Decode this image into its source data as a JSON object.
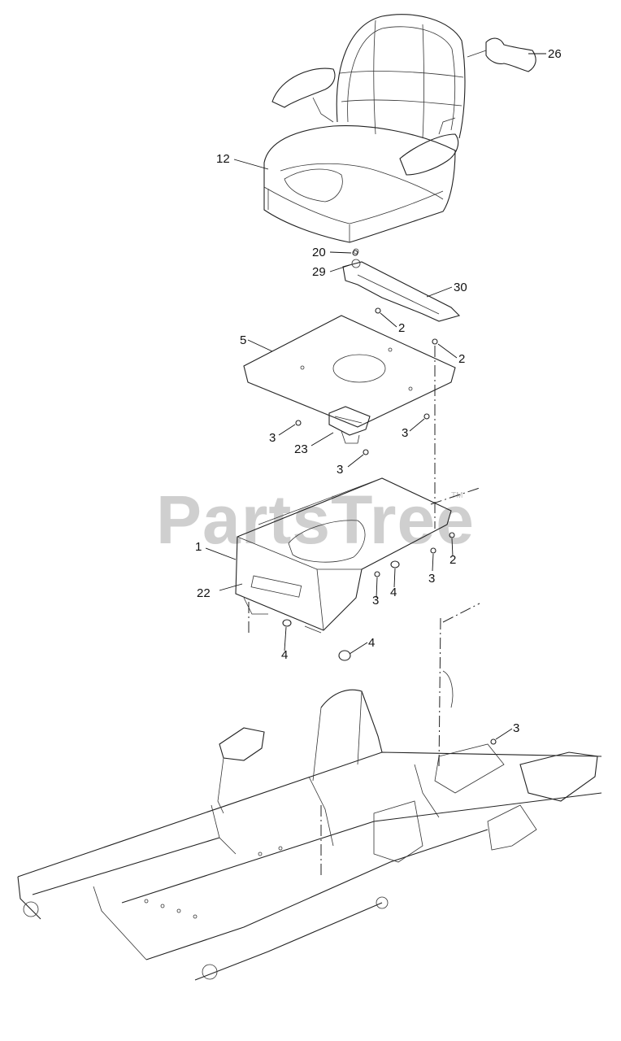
{
  "watermark": {
    "text": "PartsTree",
    "trademark": "TM"
  },
  "callouts": {
    "seat": "26",
    "seat_assembly": "12",
    "c20": "20",
    "c29": "29",
    "c30": "30",
    "c2_a": "2",
    "c2_b": "2",
    "c5": "5",
    "c3_a": "3",
    "c23": "23",
    "c3_b": "3",
    "c3_c": "3",
    "c1": "1",
    "c2_c": "2",
    "c3_d": "3",
    "c22": "22",
    "c3_e": "3",
    "c4_a": "4",
    "c4_b": "4",
    "c4_c": "4",
    "c3_f": "3"
  }
}
